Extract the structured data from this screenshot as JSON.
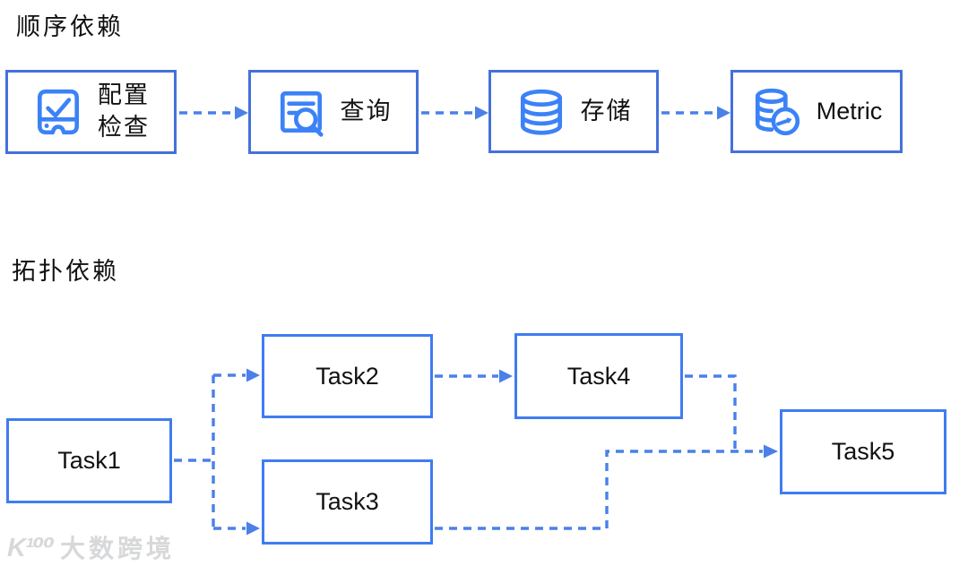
{
  "colors": {
    "flow_box_border": "#4471da",
    "task_box_border": "#3f7cf1",
    "icon_blue": "#3b82f7",
    "arrow_blue": "#4a80e8",
    "text_black": "#111111",
    "watermark_gray": "#d7d8da",
    "background": "#ffffff"
  },
  "sequential": {
    "title": "顺序依赖",
    "nodes": [
      {
        "label_line1": "配置",
        "label_line2": "检查",
        "icon": "device-check-icon"
      },
      {
        "label": "查询",
        "icon": "document-search-icon"
      },
      {
        "label": "存储",
        "icon": "database-icon"
      },
      {
        "label": "Metric",
        "icon": "database-metric-icon"
      }
    ],
    "edges": [
      {
        "from": "配置检查",
        "to": "查询"
      },
      {
        "from": "查询",
        "to": "存储"
      },
      {
        "from": "存储",
        "to": "Metric"
      }
    ]
  },
  "topology": {
    "title": "拓扑依赖",
    "nodes": [
      {
        "label": "Task1"
      },
      {
        "label": "Task2"
      },
      {
        "label": "Task3"
      },
      {
        "label": "Task4"
      },
      {
        "label": "Task5"
      }
    ],
    "edges": [
      {
        "from": "Task1",
        "to": "Task2"
      },
      {
        "from": "Task1",
        "to": "Task3"
      },
      {
        "from": "Task2",
        "to": "Task4"
      },
      {
        "from": "Task3",
        "to": "Task5"
      },
      {
        "from": "Task4",
        "to": "Task5"
      }
    ]
  },
  "watermark": {
    "logo": "K¹⁰⁰",
    "text": "大数跨境"
  }
}
